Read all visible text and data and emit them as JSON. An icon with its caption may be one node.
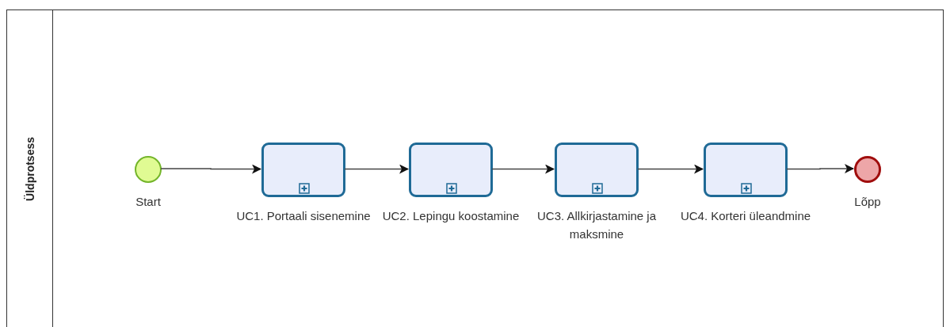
{
  "diagram": {
    "nodes": [
      {
        "text": [
          "Üldprotsess"
        ]
      },
      {
        "text": [],
        "shape": "circle",
        "beside": [
          "Start"
        ],
        "in": 0
      },
      {
        "text": [
          "UC1. Portaali sisenemine"
        ],
        "in": 0
      },
      {
        "text": [
          "UC2. Lepingu koostamine"
        ],
        "in": 0
      },
      {
        "text": [
          "UC3. Allkirjastamine ja maksmine"
        ],
        "in": 0
      },
      {
        "text": [
          "UC4. Korteri üleandmine"
        ],
        "in": 0
      },
      {
        "text": [],
        "shape": "circle",
        "beside": [
          "Lõpp"
        ],
        "in": 0
      }
    ],
    "edges": [
      {
        "from": 1,
        "to": 2,
        "arrow": "to"
      },
      {
        "from": 2,
        "to": 3,
        "arrow": "to"
      },
      {
        "from": 3,
        "to": 4,
        "arrow": "to"
      },
      {
        "from": 4,
        "to": 5,
        "arrow": "to"
      },
      {
        "from": 5,
        "to": 6,
        "arrow": "to"
      }
    ]
  }
}
